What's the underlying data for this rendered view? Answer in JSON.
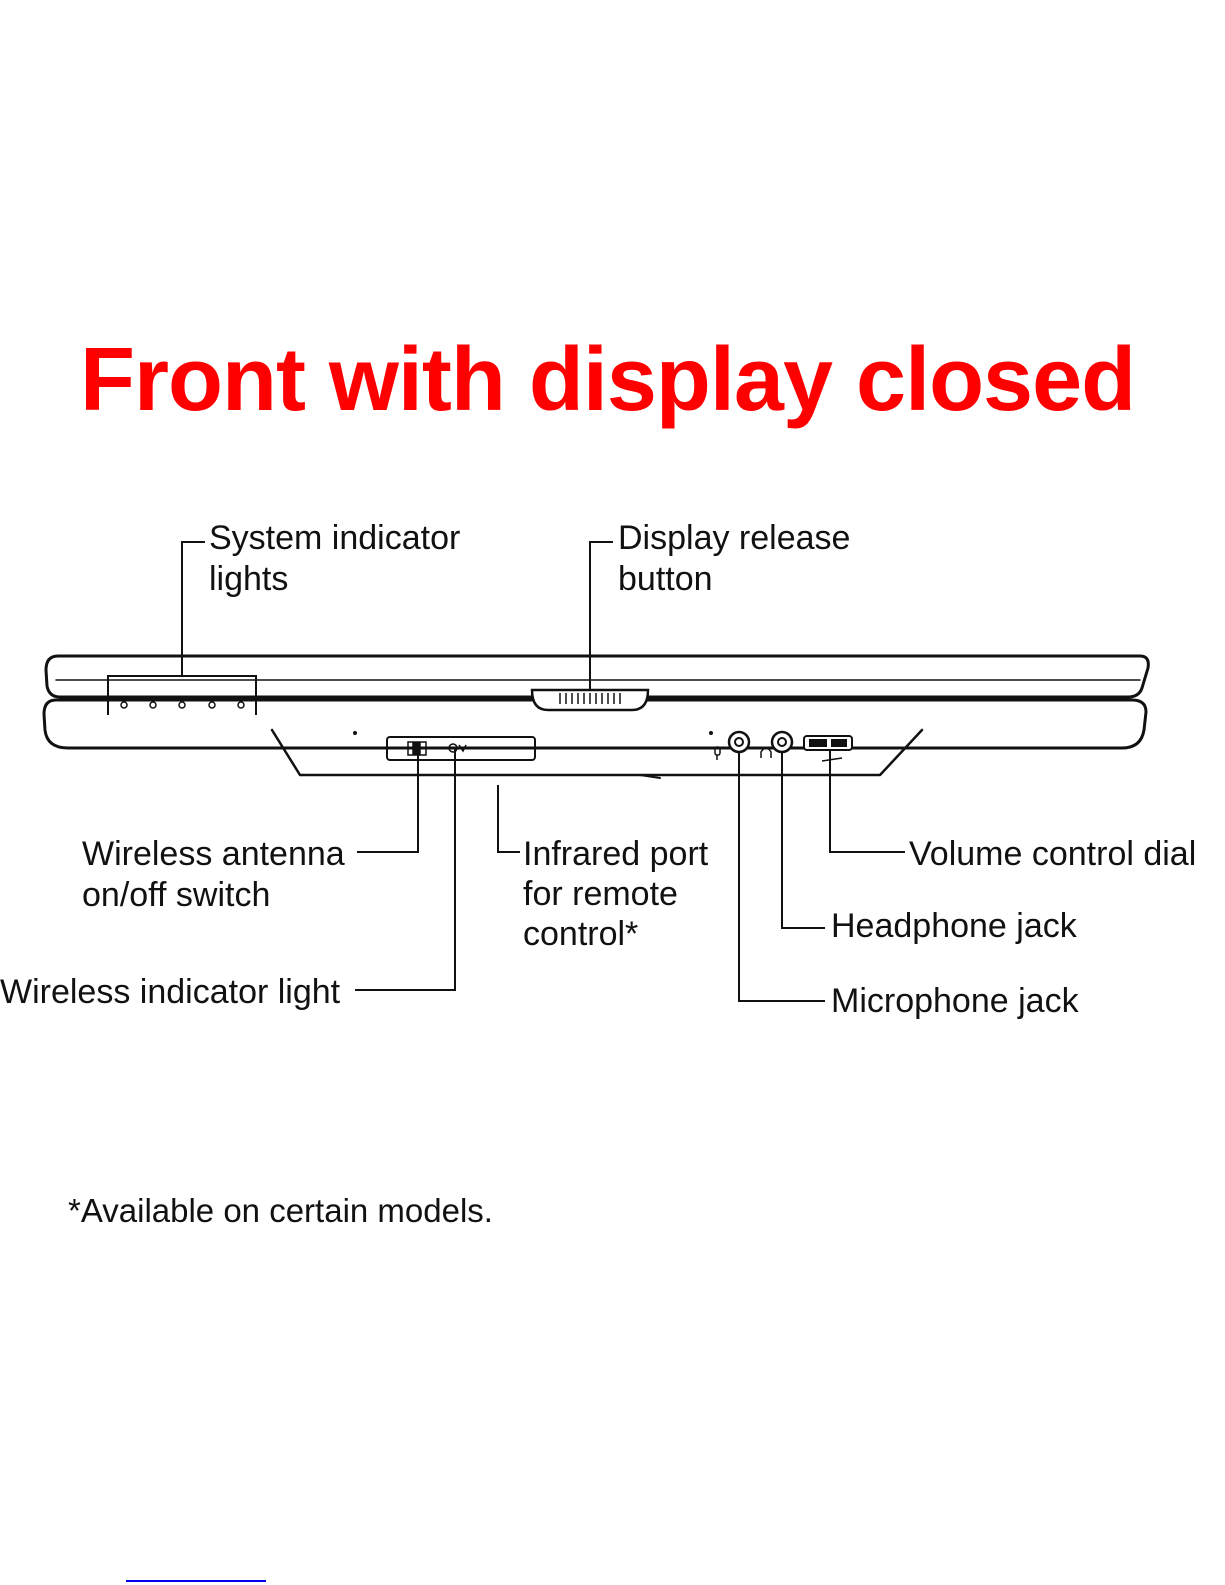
{
  "title": {
    "text": "Front with display closed",
    "color": "#ff0000"
  },
  "labels": {
    "system_indicator": [
      "System indicator",
      "lights"
    ],
    "display_release": [
      "Display release",
      "button"
    ],
    "wireless_antenna": [
      "Wireless antenna",
      "on/off switch"
    ],
    "infrared_port": [
      "Infrared port",
      "for remote",
      "control*"
    ],
    "volume_dial": [
      "Volume control dial"
    ],
    "headphone_jack": [
      "Headphone jack"
    ],
    "microphone_jack": [
      "Microphone jack"
    ],
    "wireless_light": [
      "Wireless indicator light"
    ]
  },
  "footnote": "*Available on certain models.",
  "colors": {
    "line": "#111111",
    "link": "#0000ee"
  }
}
